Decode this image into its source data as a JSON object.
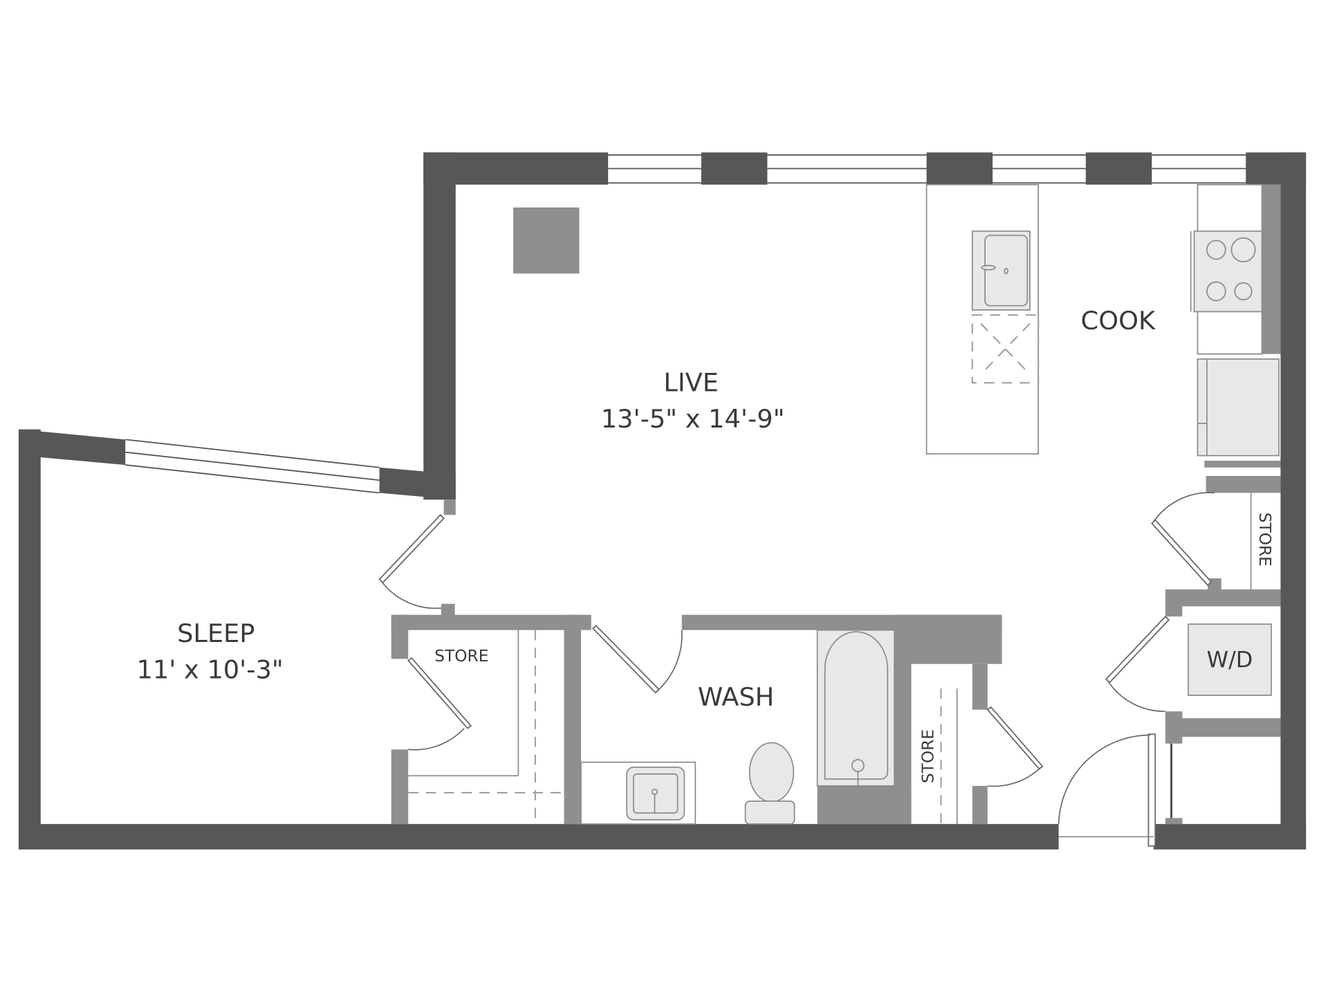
{
  "floorplan": {
    "rooms": [
      {
        "id": "live",
        "name": "LIVE",
        "dimensions": "13'-5\" x 14'-9\""
      },
      {
        "id": "sleep",
        "name": "SLEEP",
        "dimensions": "11' x 10'-3\""
      },
      {
        "id": "cook",
        "name": "COOK"
      },
      {
        "id": "wash",
        "name": "WASH"
      },
      {
        "id": "store-sleep",
        "name": "STORE"
      },
      {
        "id": "store-wash",
        "name": "STORE"
      },
      {
        "id": "store-kitchen",
        "name": "STORE"
      },
      {
        "id": "laundry",
        "name": "W/D"
      }
    ],
    "colors": {
      "exterior_wall": "#575757",
      "interior_wall": "#8f8f8f",
      "fixture_fill": "#e8e8e8",
      "label_text": "#3a3a3a",
      "background": "#ffffff"
    }
  }
}
